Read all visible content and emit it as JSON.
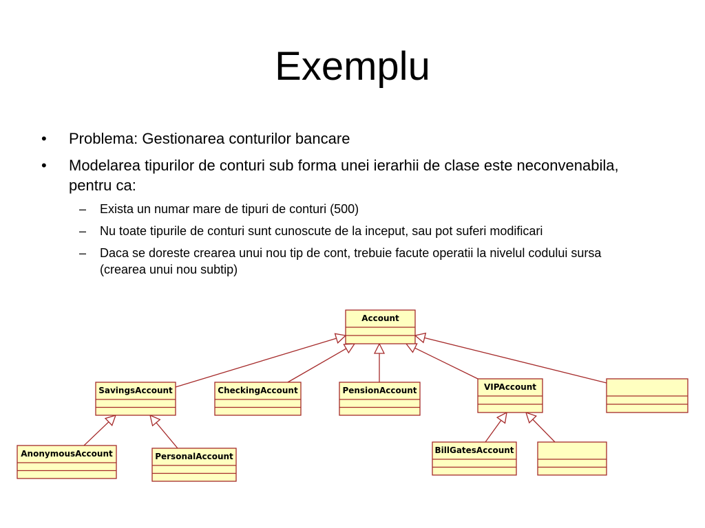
{
  "slide": {
    "title": "Exemplu",
    "bullets": [
      {
        "marker": "•",
        "text": "Problema: Gestionarea conturilor bancare",
        "sub": []
      },
      {
        "marker": "•",
        "text": "Modelarea tipurilor de conturi sub forma unei ierarhii de clase este neconvenabila, pentru ca:",
        "sub": [
          {
            "marker": "–",
            "text": "Exista un numar mare de tipuri de conturi (500)"
          },
          {
            "marker": "–",
            "text": "Nu toate tipurile de conturi sunt cunoscute de la inceput, sau pot suferi modificari"
          },
          {
            "marker": "–",
            "text": "Daca se doreste crearea unui nou tip de cont, trebuie facute operatii la nivelul codului sursa (crearea unui nou subtip)"
          }
        ]
      }
    ]
  },
  "diagram": {
    "box_fill": "#ffffc0",
    "box_stroke": "#a52a2a",
    "line_color": "#a52a2a",
    "classes": [
      {
        "id": "account",
        "name": "Account"
      },
      {
        "id": "savings",
        "name": "SavingsAccount"
      },
      {
        "id": "checking",
        "name": "CheckingAccount"
      },
      {
        "id": "pension",
        "name": "PensionAccount"
      },
      {
        "id": "vip",
        "name": "VIPAccount"
      },
      {
        "id": "unnamed-1",
        "name": ""
      },
      {
        "id": "anonymous",
        "name": "AnonymousAccount"
      },
      {
        "id": "personal",
        "name": "PersonalAccount"
      },
      {
        "id": "billgates",
        "name": "BillGatesAccount"
      },
      {
        "id": "unnamed-2",
        "name": ""
      }
    ],
    "generalizations": [
      {
        "child": "savings",
        "parent": "account"
      },
      {
        "child": "checking",
        "parent": "account"
      },
      {
        "child": "pension",
        "parent": "account"
      },
      {
        "child": "vip",
        "parent": "account"
      },
      {
        "child": "unnamed-1",
        "parent": "account"
      },
      {
        "child": "anonymous",
        "parent": "savings"
      },
      {
        "child": "personal",
        "parent": "savings"
      },
      {
        "child": "billgates",
        "parent": "vip"
      },
      {
        "child": "unnamed-2",
        "parent": "vip"
      }
    ]
  }
}
